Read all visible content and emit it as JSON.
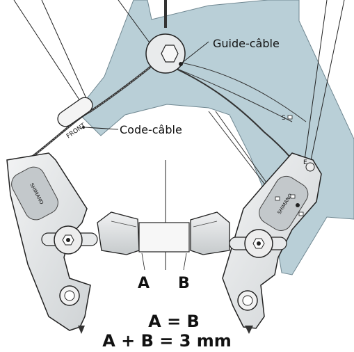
{
  "labels": {
    "guide": "Guide-câble",
    "code": "Code-câble",
    "front": "FRONT",
    "a": "A",
    "b": "B",
    "s": "S",
    "e": "E",
    "brand_left": "SHIMANO",
    "brand_right": "SHIMANO"
  },
  "formula": {
    "line1": "A = B",
    "line2": "A + B = 3 mm"
  },
  "colors": {
    "panel_blue": "#b9cfd7",
    "arm_gray": "#e4e6e7",
    "ink": "#111111"
  }
}
